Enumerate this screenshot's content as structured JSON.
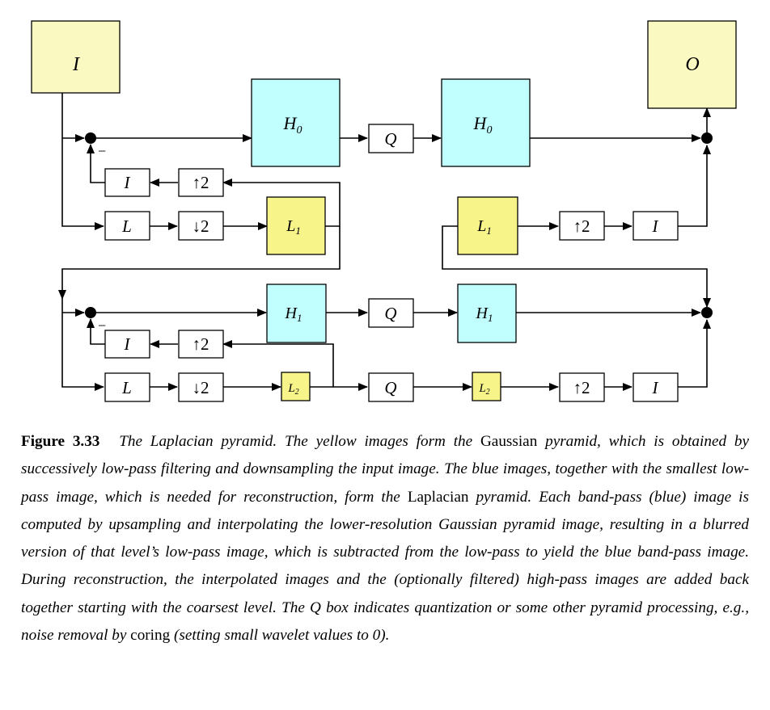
{
  "boxes": {
    "input": "I",
    "output": "O",
    "h0_left": "H",
    "h0_right": "H",
    "h0_sub": "0",
    "h1_left": "H",
    "h1_right": "H",
    "h1_sub": "1",
    "l1_left": "L",
    "l1_right": "L",
    "l1_sub": "1",
    "l2_left": "L",
    "l2_right": "L",
    "l2_sub": "2",
    "q_top": "Q",
    "q_mid": "Q",
    "q_bot": "Q",
    "interp": "I",
    "lowpass": "L",
    "up2": "↑2",
    "down2": "↓2",
    "minus": "−"
  },
  "colors": {
    "gaussian_yellow": "#f7f48a",
    "image_pale_yellow": "#fbf9c2",
    "laplacian_blue": "#c1ffff",
    "line": "#000000"
  },
  "caption": {
    "figure_label": "Figure 3.33",
    "segments": [
      {
        "text": "The Laplacian pyramid. The yellow images form the ",
        "style": "it"
      },
      {
        "text": "Gaussian",
        "style": "rm"
      },
      {
        "text": " pyramid, which is obtained by successively low-pass filtering and downsampling the input image. The blue images, together with the smallest low-pass image, which is needed for reconstruction, form the ",
        "style": "it"
      },
      {
        "text": "Laplacian",
        "style": "rm"
      },
      {
        "text": " pyramid. Each band-pass (blue) image is computed by upsampling and interpolating the lower-resolution Gaussian pyramid image, resulting in a blurred version of that level’s low-pass image, which is subtracted from the low-pass to yield the blue band-pass image. During reconstruction, the interpolated images and the (optionally filtered) high-pass images are added back together starting with the coarsest level. The Q box indicates quantization or some other pyramid processing, e.g., noise removal by ",
        "style": "it"
      },
      {
        "text": "coring",
        "style": "rm"
      },
      {
        "text": " (setting small wavelet values to 0).",
        "style": "it"
      }
    ]
  }
}
